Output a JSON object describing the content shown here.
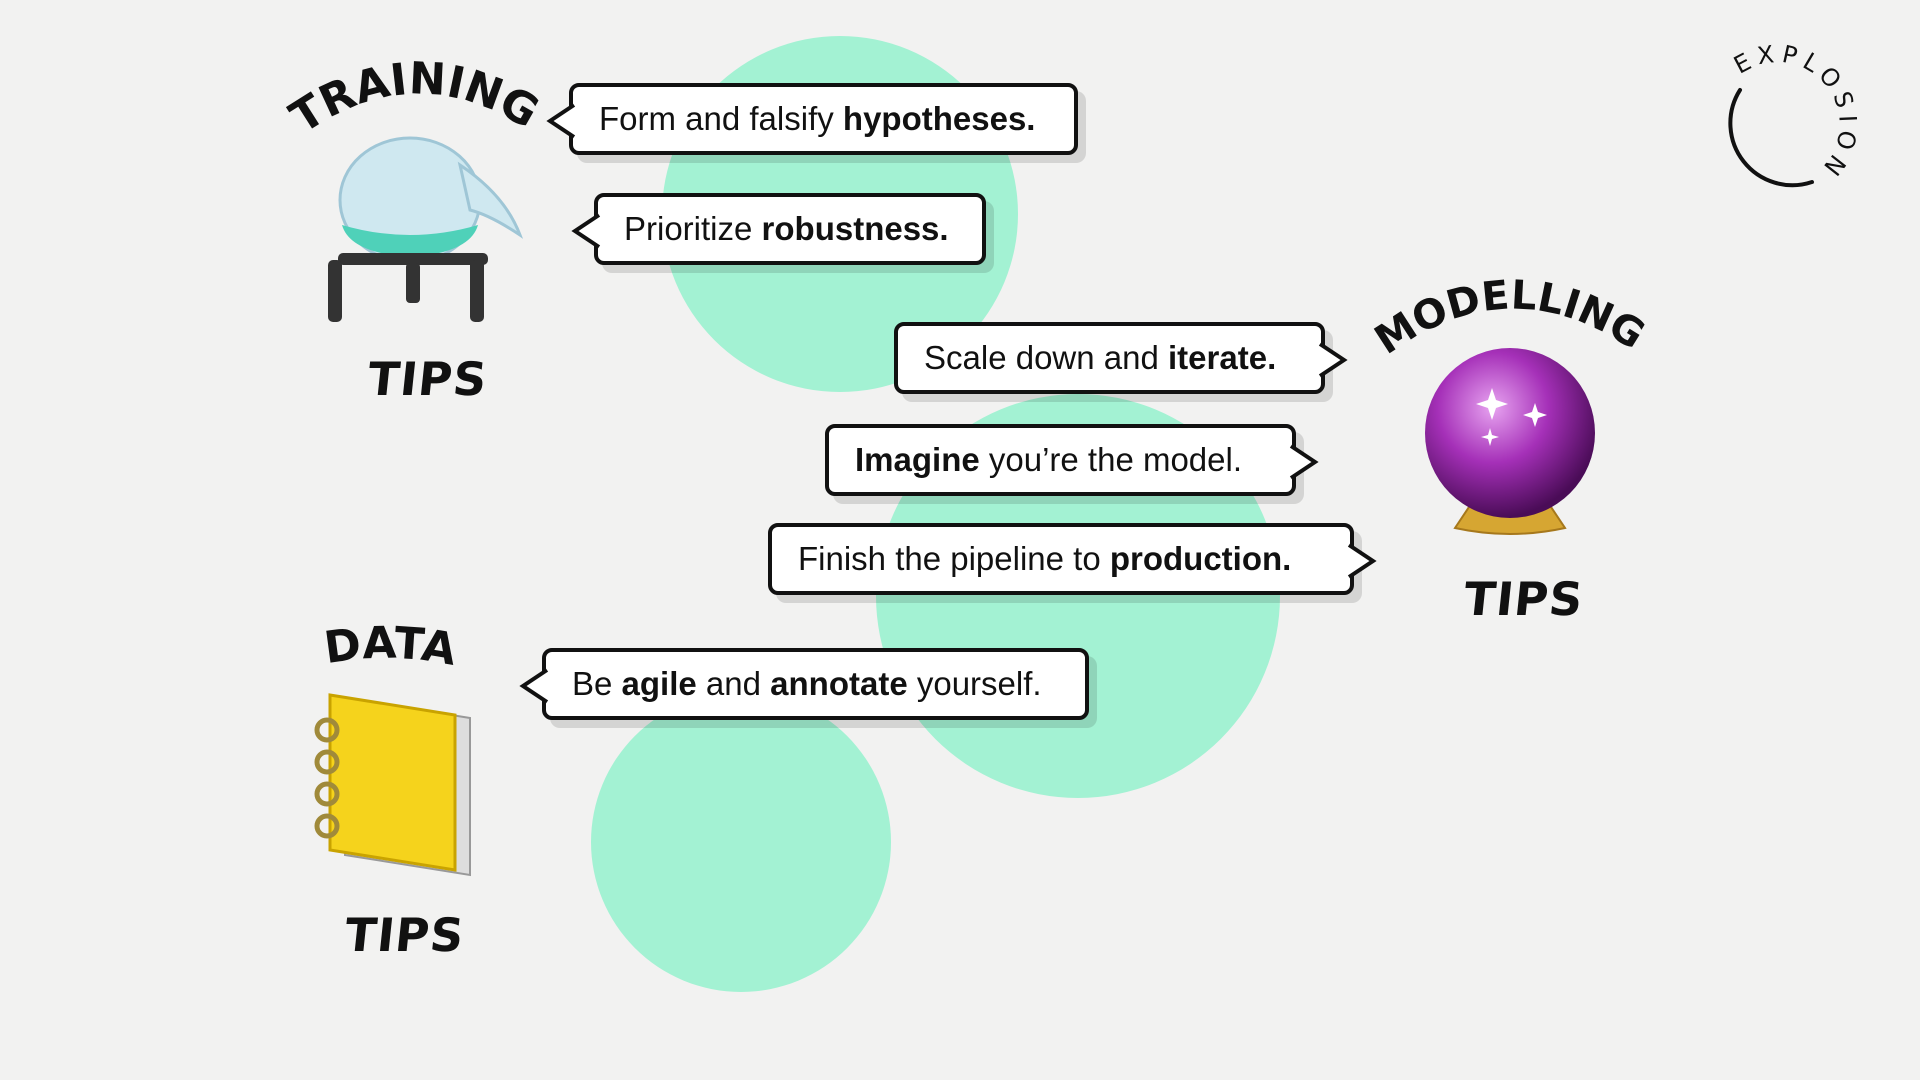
{
  "colors": {
    "accent": "#a3f2d3",
    "background": "#f2f2f1",
    "ink": "#111111"
  },
  "logo": {
    "text": "EXPLOSION"
  },
  "sections": {
    "training": {
      "heading": "TRAINING",
      "tips": "TIPS",
      "icon": "flask-icon"
    },
    "modelling": {
      "heading": "MODELLING",
      "tips": "TIPS",
      "icon": "crystal-ball-icon"
    },
    "data": {
      "heading": "DATA",
      "tips": "TIPS",
      "icon": "notebook-icon"
    }
  },
  "bubbles": [
    {
      "segments": [
        {
          "text": "Form and falsify "
        },
        {
          "text": "hypotheses.",
          "bold": true
        }
      ]
    },
    {
      "segments": [
        {
          "text": "Prioritize "
        },
        {
          "text": "robustness.",
          "bold": true
        }
      ]
    },
    {
      "segments": [
        {
          "text": "Scale down and "
        },
        {
          "text": "iterate.",
          "bold": true
        }
      ]
    },
    {
      "segments": [
        {
          "text": "Imagine",
          "bold": true
        },
        {
          "text": " you’re the model."
        }
      ]
    },
    {
      "segments": [
        {
          "text": "Finish the pipeline to "
        },
        {
          "text": "production.",
          "bold": true
        }
      ]
    },
    {
      "segments": [
        {
          "text": "Be "
        },
        {
          "text": "agile",
          "bold": true
        },
        {
          "text": " and "
        },
        {
          "text": "annotate",
          "bold": true
        },
        {
          "text": " yourself."
        }
      ]
    }
  ]
}
